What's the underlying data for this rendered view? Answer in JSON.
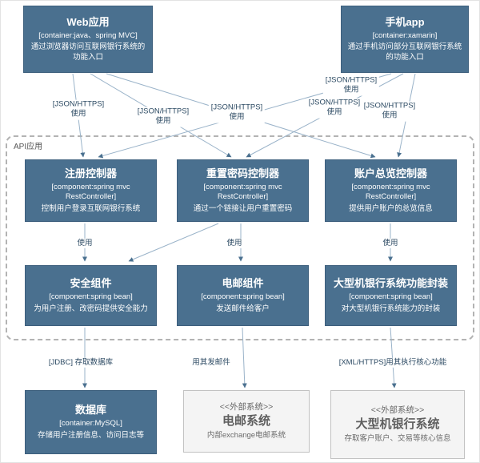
{
  "container_label": "API应用",
  "nodes": {
    "web_app": {
      "title": "Web应用",
      "meta": "[container:java、spring MVC]",
      "desc": "通过浏览器访问互联网银行系统的功能入口"
    },
    "mobile_app": {
      "title": "手机app",
      "meta": "[container:xamarin]",
      "desc": "通过手机访问部分互联网银行系统的功能入口"
    },
    "register_controller": {
      "title": "注册控制器",
      "meta": "[component:spring mvc RestController]",
      "desc": "控制用户登录互联网银行系统"
    },
    "reset_password_controller": {
      "title": "重置密码控制器",
      "meta": "[component:spring mvc RestController]",
      "desc": "通过一个链接让用户重置密码"
    },
    "account_overview_controller": {
      "title": "账户总览控制器",
      "meta": "[component:spring mvc RestController]",
      "desc": "提供用户账户的总览信息"
    },
    "security_component": {
      "title": "安全组件",
      "meta": "[component:spring bean]",
      "desc": "为用户注册、改密码提供安全能力"
    },
    "email_component": {
      "title": "电邮组件",
      "meta": "[component:spring bean]",
      "desc": "发送邮件给客户"
    },
    "mainframe_facade": {
      "title": "大型机银行系统功能封装",
      "meta": "[component:spring bean]",
      "desc": "对大型机银行系统能力的封装"
    },
    "database": {
      "title": "数据库",
      "meta": "[container:MySQL]",
      "desc": "存储用户注册信息、访问日志等"
    },
    "email_system": {
      "stereotype": "<<外部系统>>",
      "title": "电邮系统",
      "desc": "内部exchange电邮系统"
    },
    "mainframe_system": {
      "stereotype": "<<外部系统>>",
      "title": "大型机银行系统",
      "desc": "存取客户账户、交易等核心信息"
    }
  },
  "edge_labels": {
    "json_https": "[JSON/HTTPS]",
    "use": "使用",
    "jdbc": "[JDBC] 存取数据库",
    "send_mail": "用其发邮件",
    "xml_https": "[XML/HTTPS]用其执行核心功能"
  },
  "colors": {
    "box_fill": "#4a708f",
    "box_border": "#3d5f7d",
    "line": "#9ab3c9",
    "arrowhead": "#4a708f",
    "external_fill": "#f4f4f4",
    "external_border": "#c2c2c2",
    "label_text": "#2c4a63"
  }
}
